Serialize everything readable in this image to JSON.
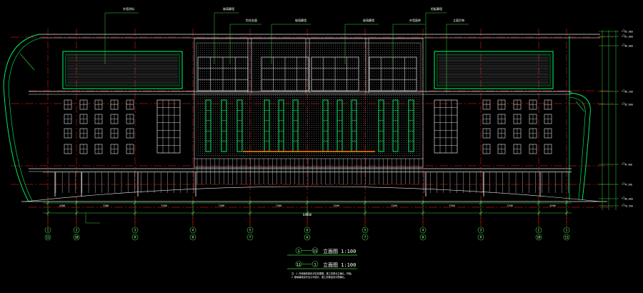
{
  "drawing": {
    "leaders": [
      "外墙涂料",
      "玻璃幕墙",
      "铝合金窗",
      "玻璃幕墙",
      "玻璃幕墙",
      "外墙面砖",
      "铝板幕墙",
      "立面灯带"
    ],
    "grid_bubbles_top": [
      "1",
      "2",
      "3",
      "4",
      "5",
      "6",
      "5",
      "4",
      "3",
      "2",
      "1"
    ],
    "grid_bubbles_bottom": [
      "11",
      "10",
      "9",
      "8",
      "7",
      "6",
      "7",
      "8",
      "9",
      "10",
      "11"
    ],
    "dimensions_bottom": [
      "4200",
      "7200",
      "7200",
      "7200",
      "7200",
      "7200",
      "7200",
      "7200",
      "7200",
      "4200"
    ],
    "overall_dimension": "64800",
    "elevation_marks": [
      "22.800",
      "21.600",
      "18.000",
      "16.200",
      "12.600",
      "8.400",
      "4.200",
      "±0.000",
      "-0.450"
    ],
    "title_1": {
      "from": "1",
      "to": "11",
      "text": "立面图 1:100"
    },
    "title_2": {
      "from": "11",
      "to": "1",
      "text": "立面图 1:100"
    },
    "notes": [
      "注：1.外墙面砖颜色详见效果图，施工前需业主确认，样板。",
      "2.玻璃幕墙由专业公司设计，施工前需经设计院确认。"
    ]
  },
  "colors": {
    "background": "#000000",
    "outline": "#00ff66",
    "grid": "#ff2020",
    "frame": "#e6e6e6",
    "dimension": "#3cd23c",
    "accent": "#ff8800"
  }
}
